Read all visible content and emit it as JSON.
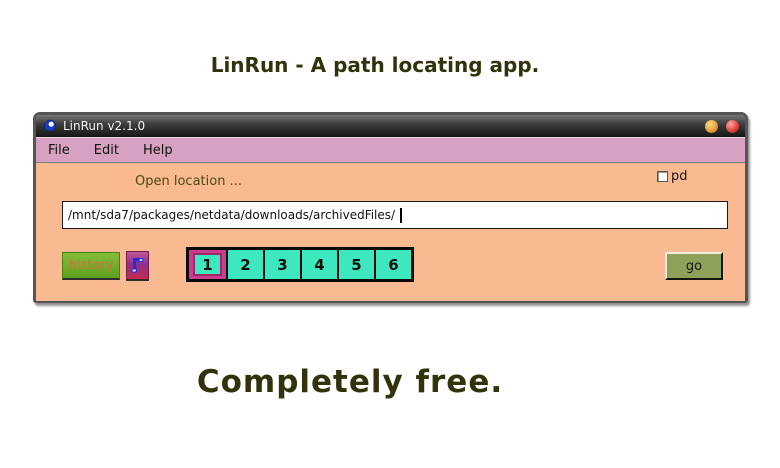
{
  "page": {
    "heading_top": "LinRun - A path locating app.",
    "heading_bottom": "Completely free."
  },
  "window": {
    "title": "LinRun v2.1.0",
    "menu": {
      "file": "File",
      "edit": "Edit",
      "help": "Help"
    },
    "body": {
      "open_location_label": "Open location ...",
      "pd_checkbox": {
        "label": "pd",
        "checked": false
      },
      "path_input": {
        "value": "/mnt/sda7/packages/netdata/downloads/archivedFiles/"
      },
      "history_button_label": "history",
      "number_buttons": [
        "1",
        "2",
        "3",
        "4",
        "5",
        "6"
      ],
      "selected_number": "1",
      "go_button_label": "go"
    }
  },
  "icons": {
    "titlebar_app_icon": "pin-bubble-icon",
    "minimize_button": "minimize-circle-icon",
    "close_button": "close-circle-icon",
    "tree_button": "path-tree-icon"
  },
  "colors": {
    "heading_text": "#32320c",
    "window_body": "#f9ba92",
    "menubar": "#d7a2c2",
    "titlebar_top": "#777777",
    "titlebar_bottom": "#161616",
    "number_button": "#3fe7bf",
    "selected_frame": "#cb3c8f",
    "history_green": "#6aac24",
    "history_text": "#d2703b",
    "tree_button_top": "#c05898",
    "tree_button_bottom": "#c62a4a",
    "go_button": "#8da158",
    "minimize_button": "#e8a33c",
    "close_button": "#e04840"
  }
}
